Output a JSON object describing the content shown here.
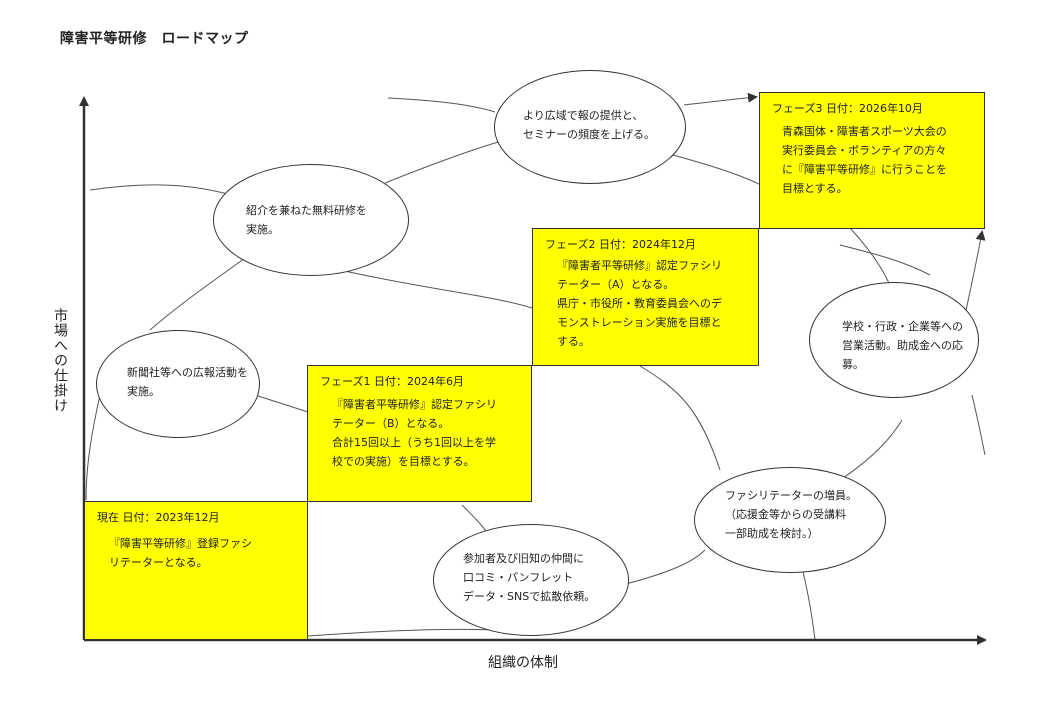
{
  "title": "障害平等研修　ロードマップ",
  "axes": {
    "y_label": "市場への仕掛け",
    "x_label": "組織の体制"
  },
  "phases": [
    {
      "title": "現在 日付：2023年12月",
      "lines": [
        "『障害平等研修』登録ファシ",
        "リテーターとなる。"
      ]
    },
    {
      "title": "フェーズ1 日付：2024年6月",
      "lines": [
        "『障害者平等研修』認定ファシリ",
        "テーター（B）となる。",
        "合計15回以上（うち1回以上を学",
        "校での実施）を目標とする。"
      ]
    },
    {
      "title": "フェーズ2 日付：2024年12月",
      "lines": [
        "『障害者平等研修』認定ファシリ",
        "テーター（A）となる。",
        "県庁・市役所・教育委員会へのデ",
        "モンストレーション実施を目標と",
        "する。"
      ]
    },
    {
      "title": "フェーズ3 日付：2026年10月",
      "lines": [
        "青森国体・障害者スポーツ大会の",
        "実行委員会・ボランティアの方々",
        "に『障害平等研修』に行うことを",
        "目標とする。"
      ]
    }
  ],
  "bubbles": [
    {
      "lines": [
        "新聞社等への広報活動を",
        "実施。"
      ]
    },
    {
      "lines": [
        "紹介を兼ねた無料研修を",
        "実施。"
      ]
    },
    {
      "lines": [
        "より広域で報の提供と、",
        "セミナーの頻度を上げる。"
      ]
    },
    {
      "lines": [
        "学校・行政・企業等への",
        "営業活動。助成金への応",
        "募。"
      ]
    },
    {
      "lines": [
        "ファシリテーターの増員。",
        "（応援金等からの受講料",
        "一部助成を検討。）"
      ]
    },
    {
      "lines": [
        "参加者及び旧知の仲間に",
        "口コミ・パンフレット",
        "データ・SNSで拡散依頼。"
      ]
    }
  ],
  "colors": {
    "phase_fill": "#ffff00",
    "line": "#333333"
  }
}
